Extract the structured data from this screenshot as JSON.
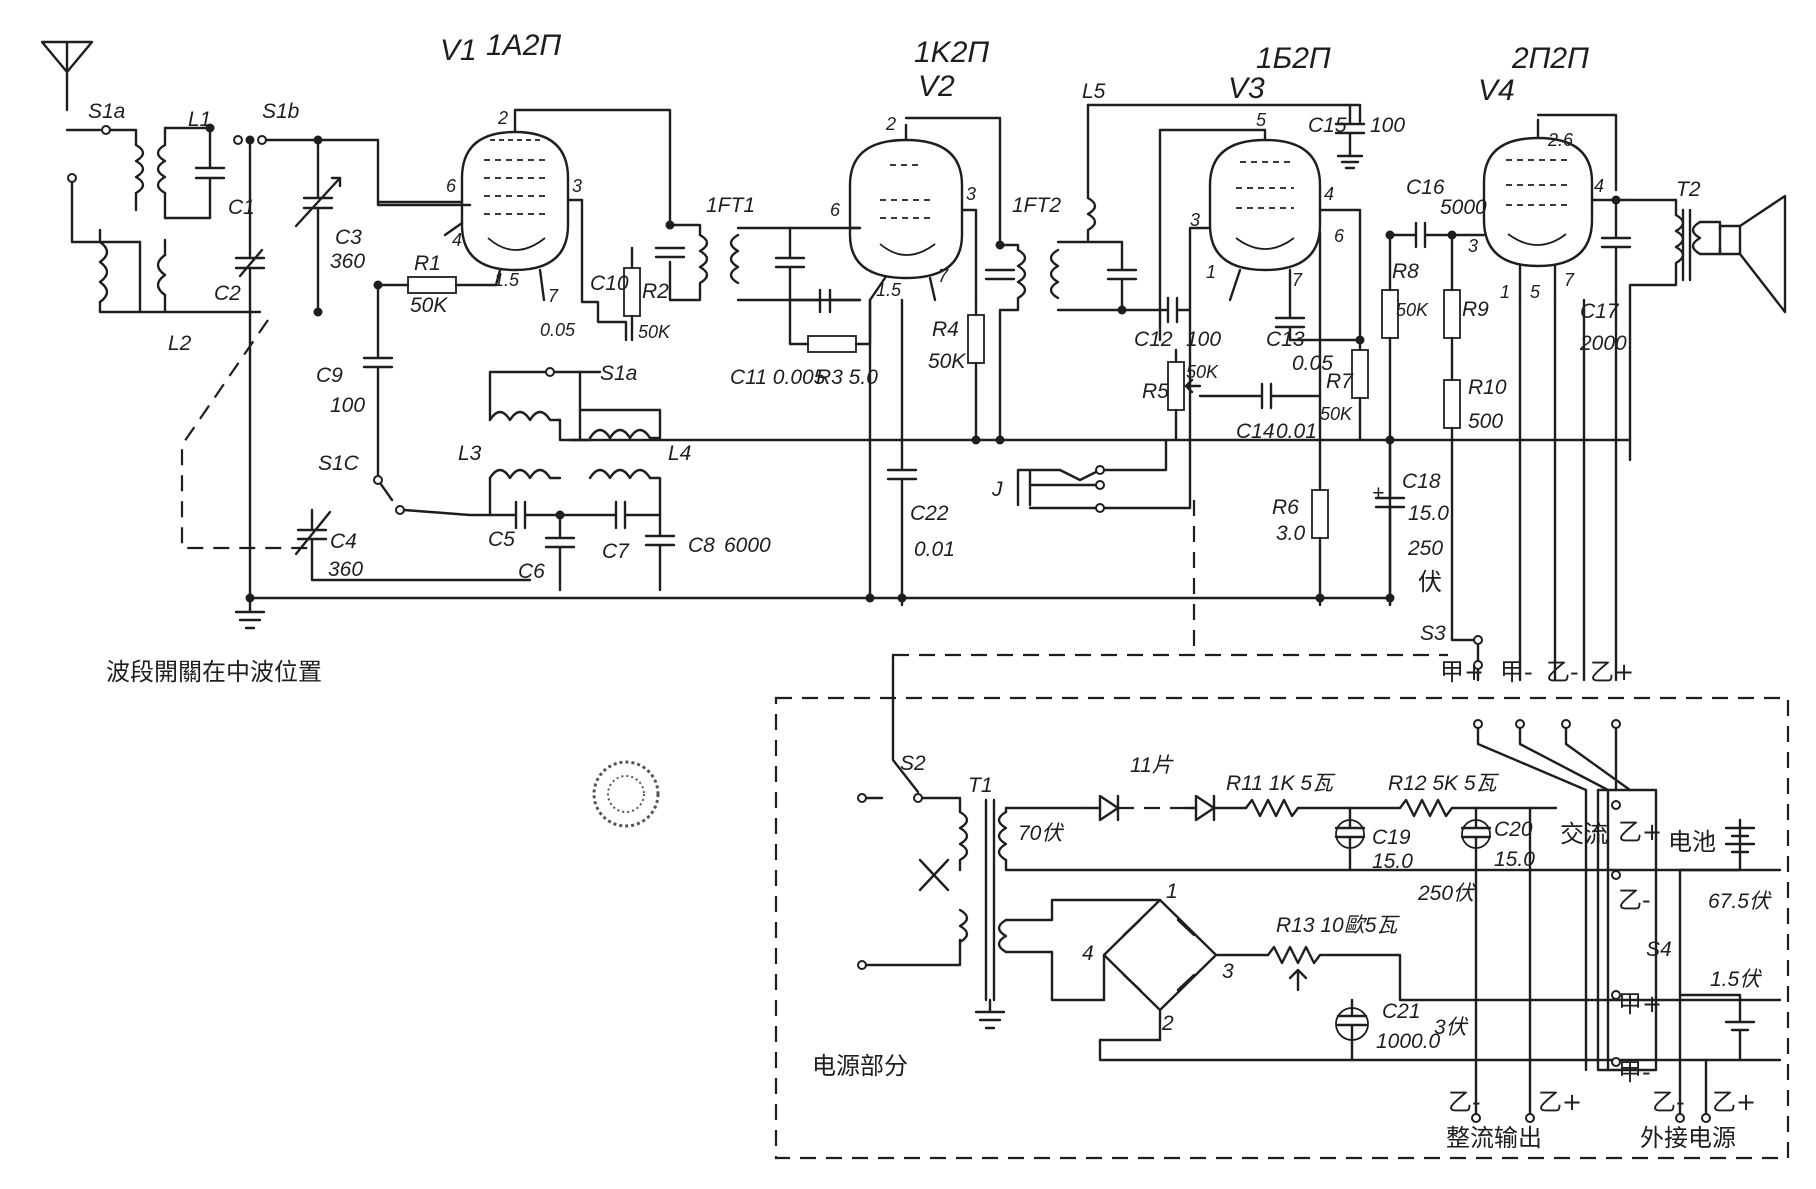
{
  "tubes": [
    {
      "ref": "V1",
      "type": "1A2П"
    },
    {
      "ref": "V2",
      "type": "1K2П"
    },
    {
      "ref": "V3",
      "type": "1Б2П"
    },
    {
      "ref": "V4",
      "type": "2П2П"
    }
  ],
  "pins": {
    "v1": [
      "2",
      "3",
      "6",
      "4",
      "1.5",
      "7"
    ],
    "v2": [
      "2",
      "3",
      "6",
      "1.5",
      "7"
    ],
    "v3": [
      "5",
      "3",
      "4",
      "6",
      "1",
      "7"
    ],
    "v4": [
      "2.6",
      "3",
      "4",
      "1",
      "5",
      "7"
    ]
  },
  "labels": {
    "s1a": "S1a",
    "l1": "L1",
    "s1b": "S1b",
    "c1": "C1",
    "c2": "C2",
    "l2": "L2",
    "c3": "C3",
    "c3_val": "360",
    "r1": "R1",
    "r1_val": "50K",
    "c9": "C9",
    "c9_val": "100",
    "c10": "C10",
    "c10_val": "0.05",
    "r2": "R2",
    "r2_val": "50K",
    "s1a2": "S1a",
    "l3": "L3",
    "l4": "L4",
    "s1c": "S1C",
    "c4": "C4",
    "c4_val": "360",
    "c5": "C5",
    "c6": "C6",
    "c7": "C7",
    "c8": "C8",
    "c8_val": "6000",
    "ift1": "1FT1",
    "ift2": "1FT2",
    "c11": "C11 0.005",
    "r3": "R3 5.0",
    "r4": "R4",
    "r4_val": "50K",
    "c22": "C22",
    "c22_val": "0.01",
    "l5": "L5",
    "c15": "C15",
    "c15_val": "100",
    "c12": "C12",
    "c12_val": "100",
    "r5": "R5",
    "r5_val": "50K",
    "c13": "C13",
    "c13_val": "0.05",
    "c14": "C14",
    "c14_val": "0.01",
    "r7": "R7",
    "r7_val": "50K",
    "r6": "R6",
    "r6_val": "3.0",
    "jack": "J",
    "c16": "C16",
    "c16_val": "5000",
    "r8": "R8",
    "r8_val": "50K",
    "r9": "R9",
    "r10": "R10",
    "r10_val": "500",
    "c17": "C17",
    "c17_val": "2000",
    "t2": "T2",
    "c18": "C18",
    "c18_val": "15.0",
    "c18_volt": "250",
    "unit_v": "伏",
    "band_note": "波段開關在中波位置",
    "s3": "S3",
    "bus": [
      "甲+",
      "甲-",
      "乙-",
      "乙+"
    ]
  },
  "power_supply": {
    "title": "电源部分",
    "s2": "S2",
    "t1": "T1",
    "sec_v": "70伏",
    "diode": "11片",
    "r11": "R11 1K 5瓦",
    "r12": "R12 5K 5瓦",
    "c19": "C19",
    "c19_val": "15.0",
    "c20": "C20",
    "c20_val": "15.0",
    "cap_v": "250伏",
    "ac": "交流",
    "r13": "R13 10歐5瓦",
    "c21": "C21",
    "c21_val": "1000.0",
    "c21_v": "3伏",
    "bridge": [
      "1",
      "2",
      "3",
      "4"
    ],
    "battery": "电池",
    "b_hi": "67.5伏",
    "b_lo": "1.5伏",
    "s4": "S4",
    "out_left": "整流输出",
    "out_right": "外接电源",
    "terms": [
      "乙-",
      "乙+",
      "乙-",
      "乙+"
    ],
    "sw_labels": [
      "乙+",
      "乙-",
      "甲+",
      "甲-"
    ]
  }
}
